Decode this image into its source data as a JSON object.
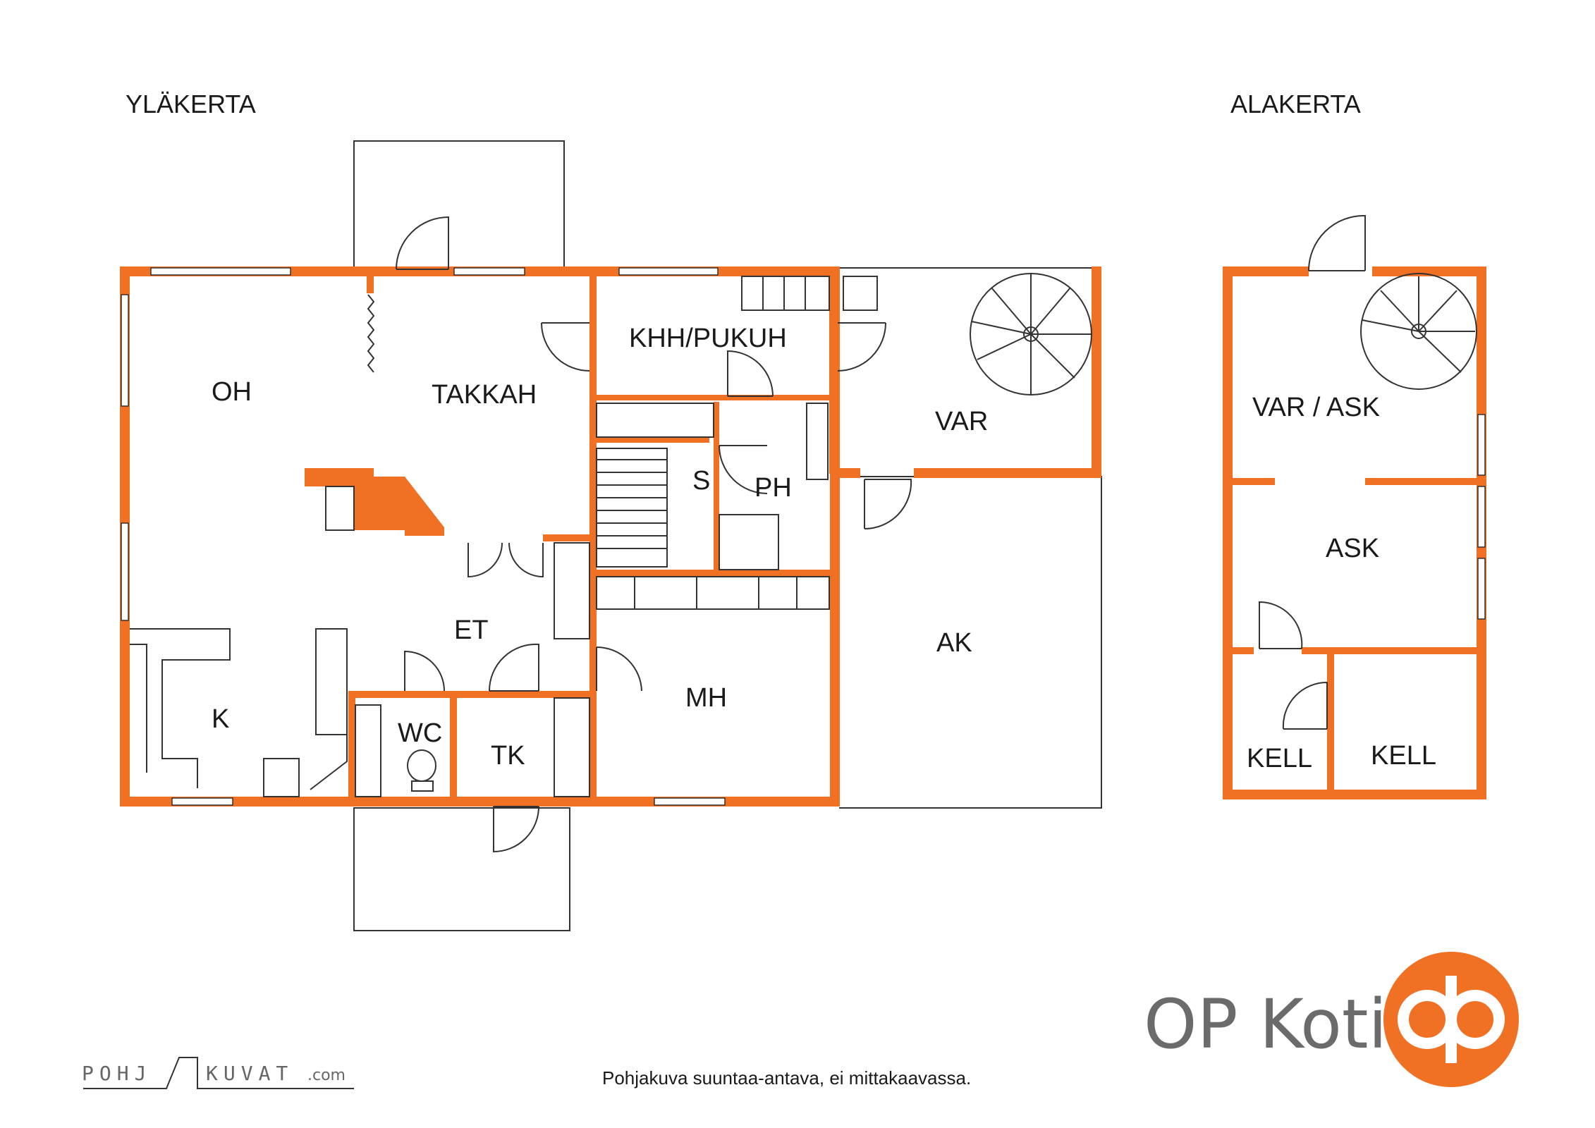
{
  "floors": {
    "upper": {
      "title": "YLÄKERTA",
      "rooms": {
        "oh": "OH",
        "takkah": "TAKKAH",
        "khh": "KHH/PUKUH",
        "var": "VAR",
        "s": "S",
        "ph": "PH",
        "et": "ET",
        "k": "K",
        "wc": "WC",
        "tk": "TK",
        "mh": "MH",
        "ak": "AK"
      }
    },
    "lower": {
      "title": "ALAKERTA",
      "rooms": {
        "var_ask": "VAR / ASK",
        "ask": "ASK",
        "kell1": "KELL",
        "kell2": "KELL"
      }
    }
  },
  "footer": {
    "disclaimer": "Pohjakuva suuntaa-antava, ei mittakaavassa.",
    "credit_left": "POHJ",
    "credit_right": "KUVAT",
    "credit_domain": ".com"
  },
  "brand": {
    "name": "OP Koti",
    "accent_color": "#f07124",
    "logo_icon": "op-logo-icon"
  }
}
